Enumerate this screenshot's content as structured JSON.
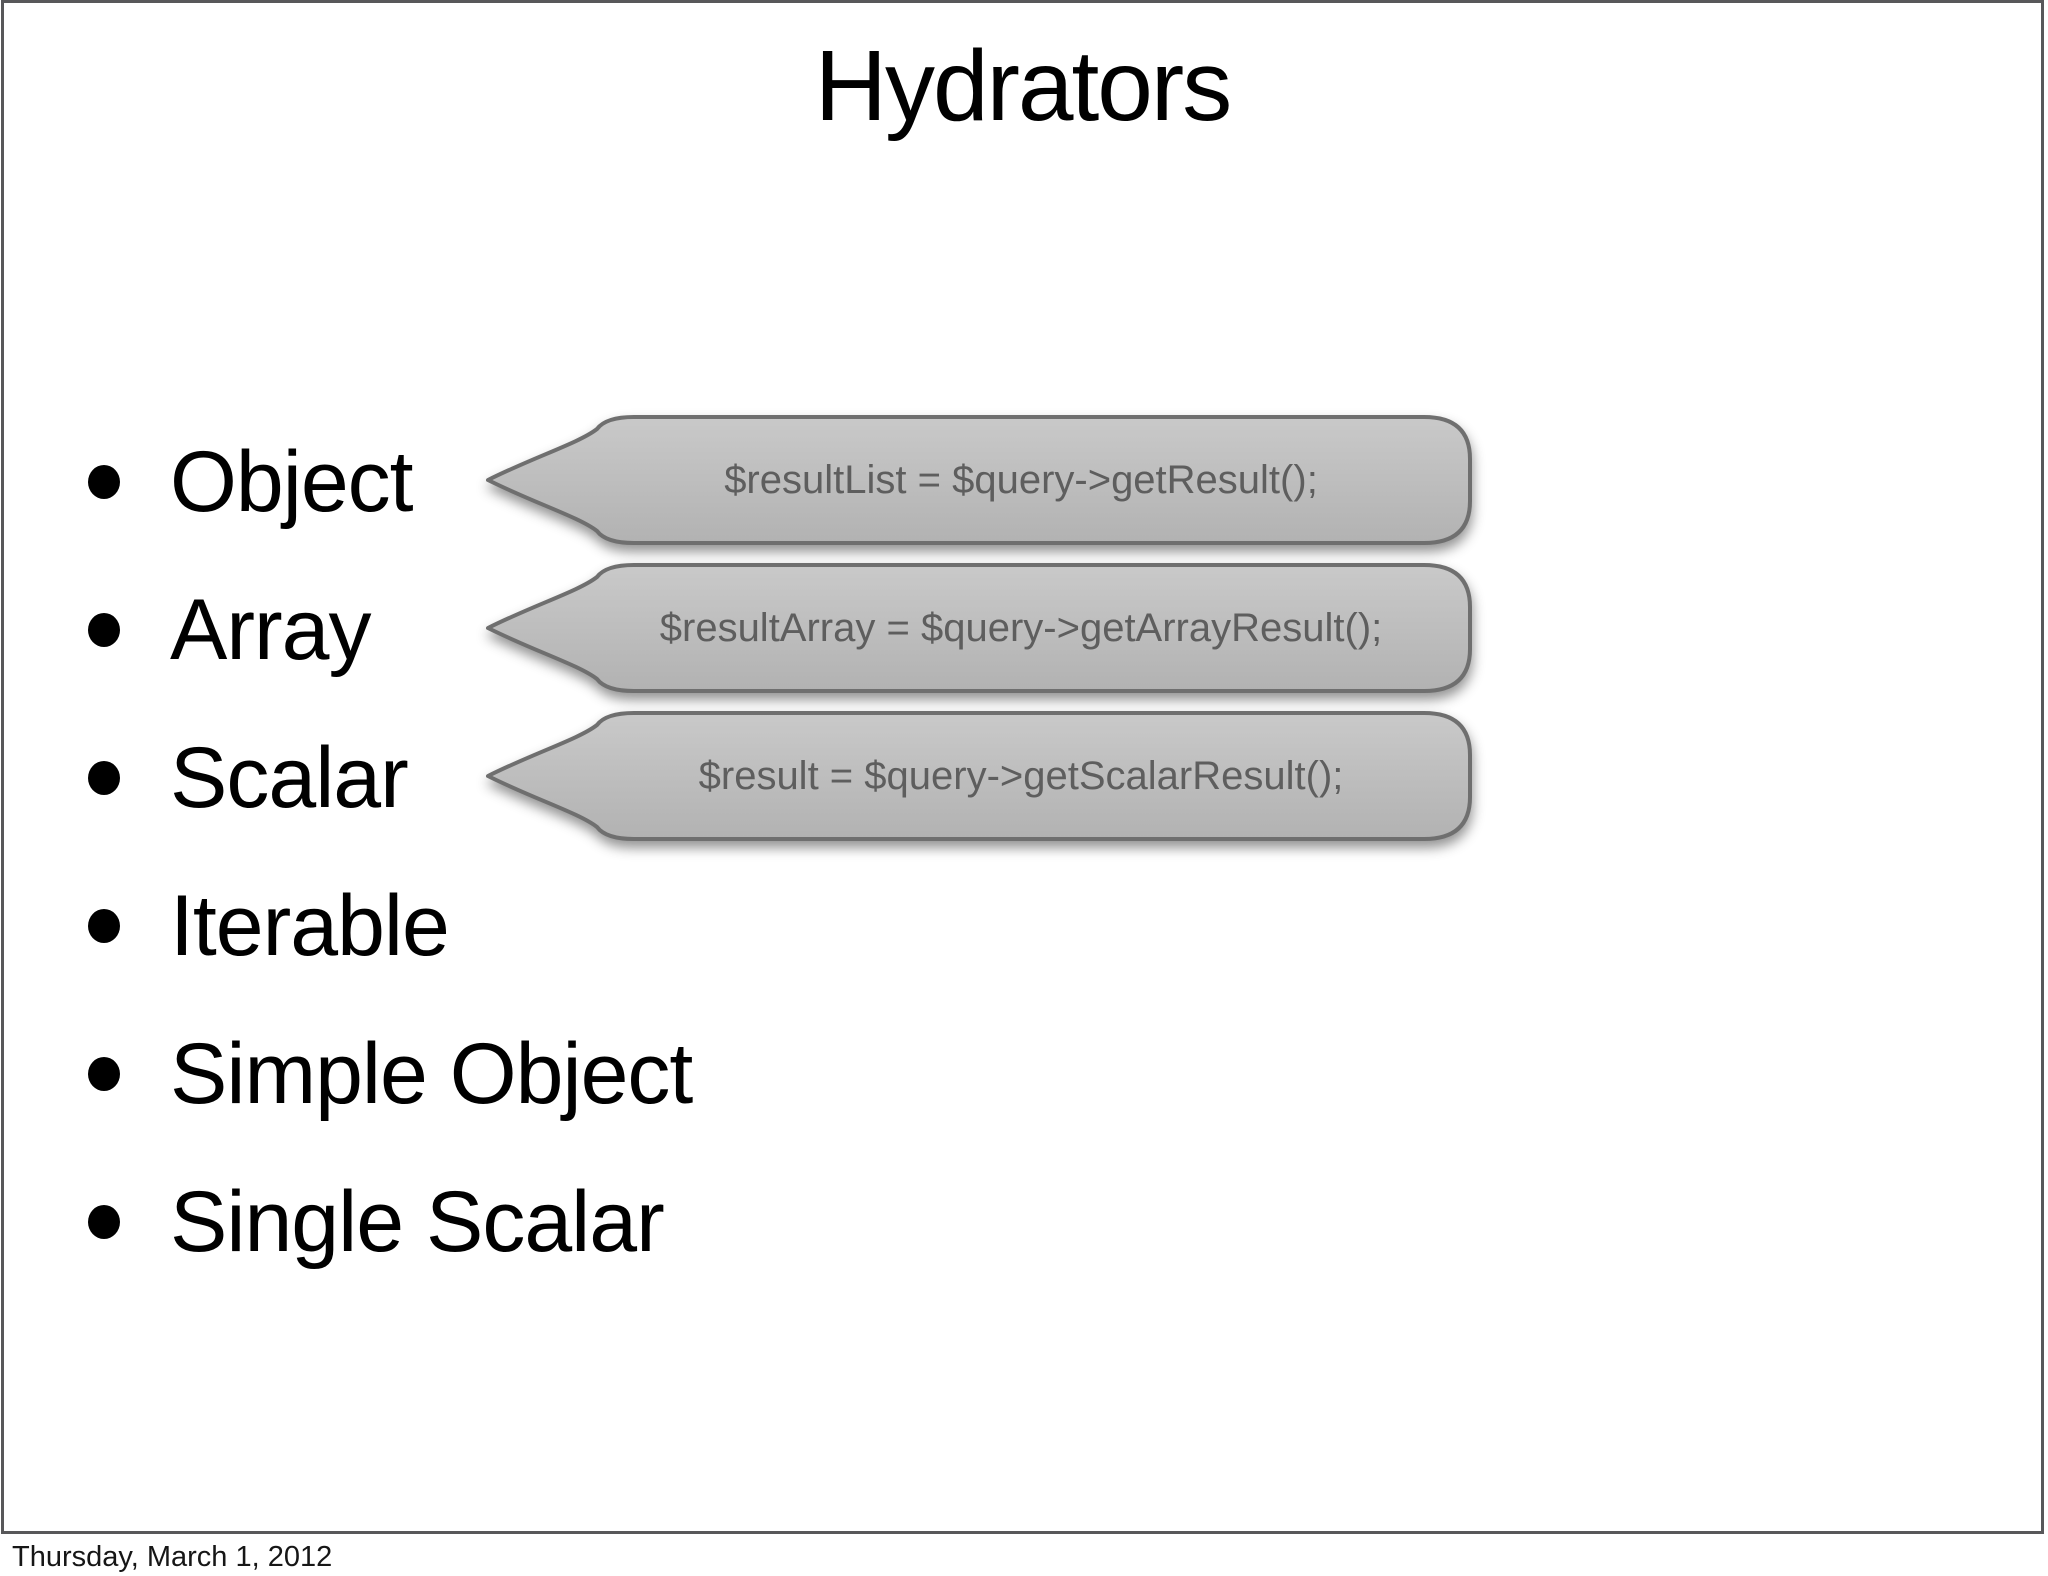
{
  "slide": {
    "title": "Hydrators",
    "bullets": [
      "Object",
      "Array",
      "Scalar",
      "Iterable",
      "Simple Object",
      "Single Scalar"
    ],
    "callouts": [
      {
        "code": "$resultList = $query->getResult();"
      },
      {
        "code": "$resultArray = $query->getArrayResult();"
      },
      {
        "code": "$result = $query->getScalarResult();"
      }
    ],
    "footer": "Thursday, March 1, 2012",
    "colors": {
      "slide_border": "#58585a",
      "body_text": "#000000",
      "bubble_fill_top": "#c9c9c9",
      "bubble_fill_bottom": "#b2b2b2",
      "bubble_border": "#6f6f6f",
      "bubble_text": "#5e5e5e"
    }
  }
}
